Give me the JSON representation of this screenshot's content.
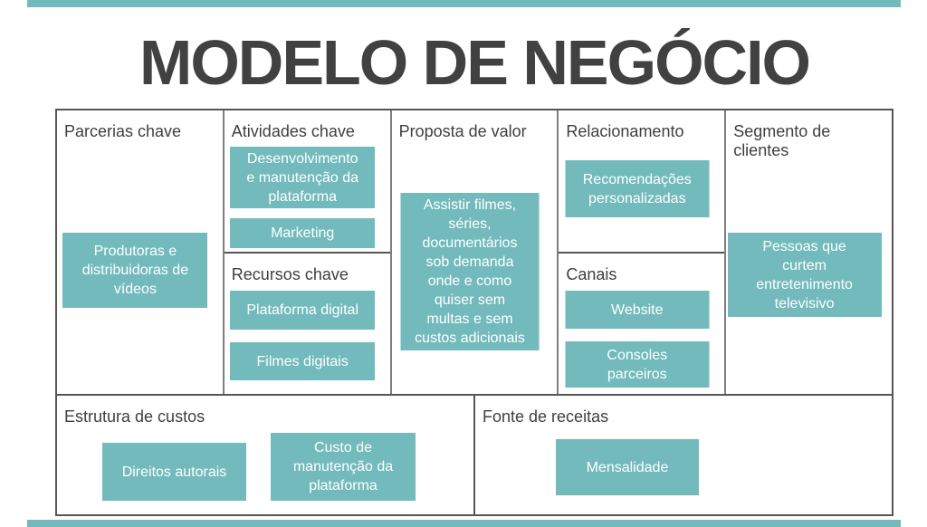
{
  "title": "MODELO DE NEGÓCIO",
  "theme": {
    "accent_color": "#73babd",
    "title_color": "#414141",
    "header_color": "#3f3f3f",
    "box_text_color": "#ffffff",
    "border_color": "#565656"
  },
  "sections": {
    "parcerias": {
      "header": "Parcerias chave",
      "box": "Produtoras e\ndistribuidoras de\nvídeos"
    },
    "atividades": {
      "header": "Atividades chave",
      "box_desenvolvimento": "Desenvolvimento\ne manutenção da\nplataforma",
      "box_marketing": "Marketing"
    },
    "recursos": {
      "header": "Recursos chave",
      "box_plataforma": "Plataforma digital",
      "box_filmes": "Filmes digitais"
    },
    "proposta": {
      "header": "Proposta de valor",
      "box": "Assistir filmes,\nséries,\ndocumentários\nsob demanda\nonde e como\nquiser sem\nmultas e sem\ncustos adicionais"
    },
    "relacionamento": {
      "header": "Relacionamento",
      "box": "Recomendações\npersonalizadas"
    },
    "canais": {
      "header": "Canais",
      "box_website": "Website",
      "box_consoles": "Consoles\nparceiros"
    },
    "segmento": {
      "header": "Segmento de\nclientes",
      "box": "Pessoas que\ncurtem\nentretenimento\ntelevisivo"
    },
    "custos": {
      "header": "Estrutura de custos",
      "box_direitos": "Direitos autorais",
      "box_custo": "Custo de\nmanutenção da\nplataforma"
    },
    "receitas": {
      "header": "Fonte de receitas",
      "box_mensalidade": "Mensalidade"
    }
  }
}
